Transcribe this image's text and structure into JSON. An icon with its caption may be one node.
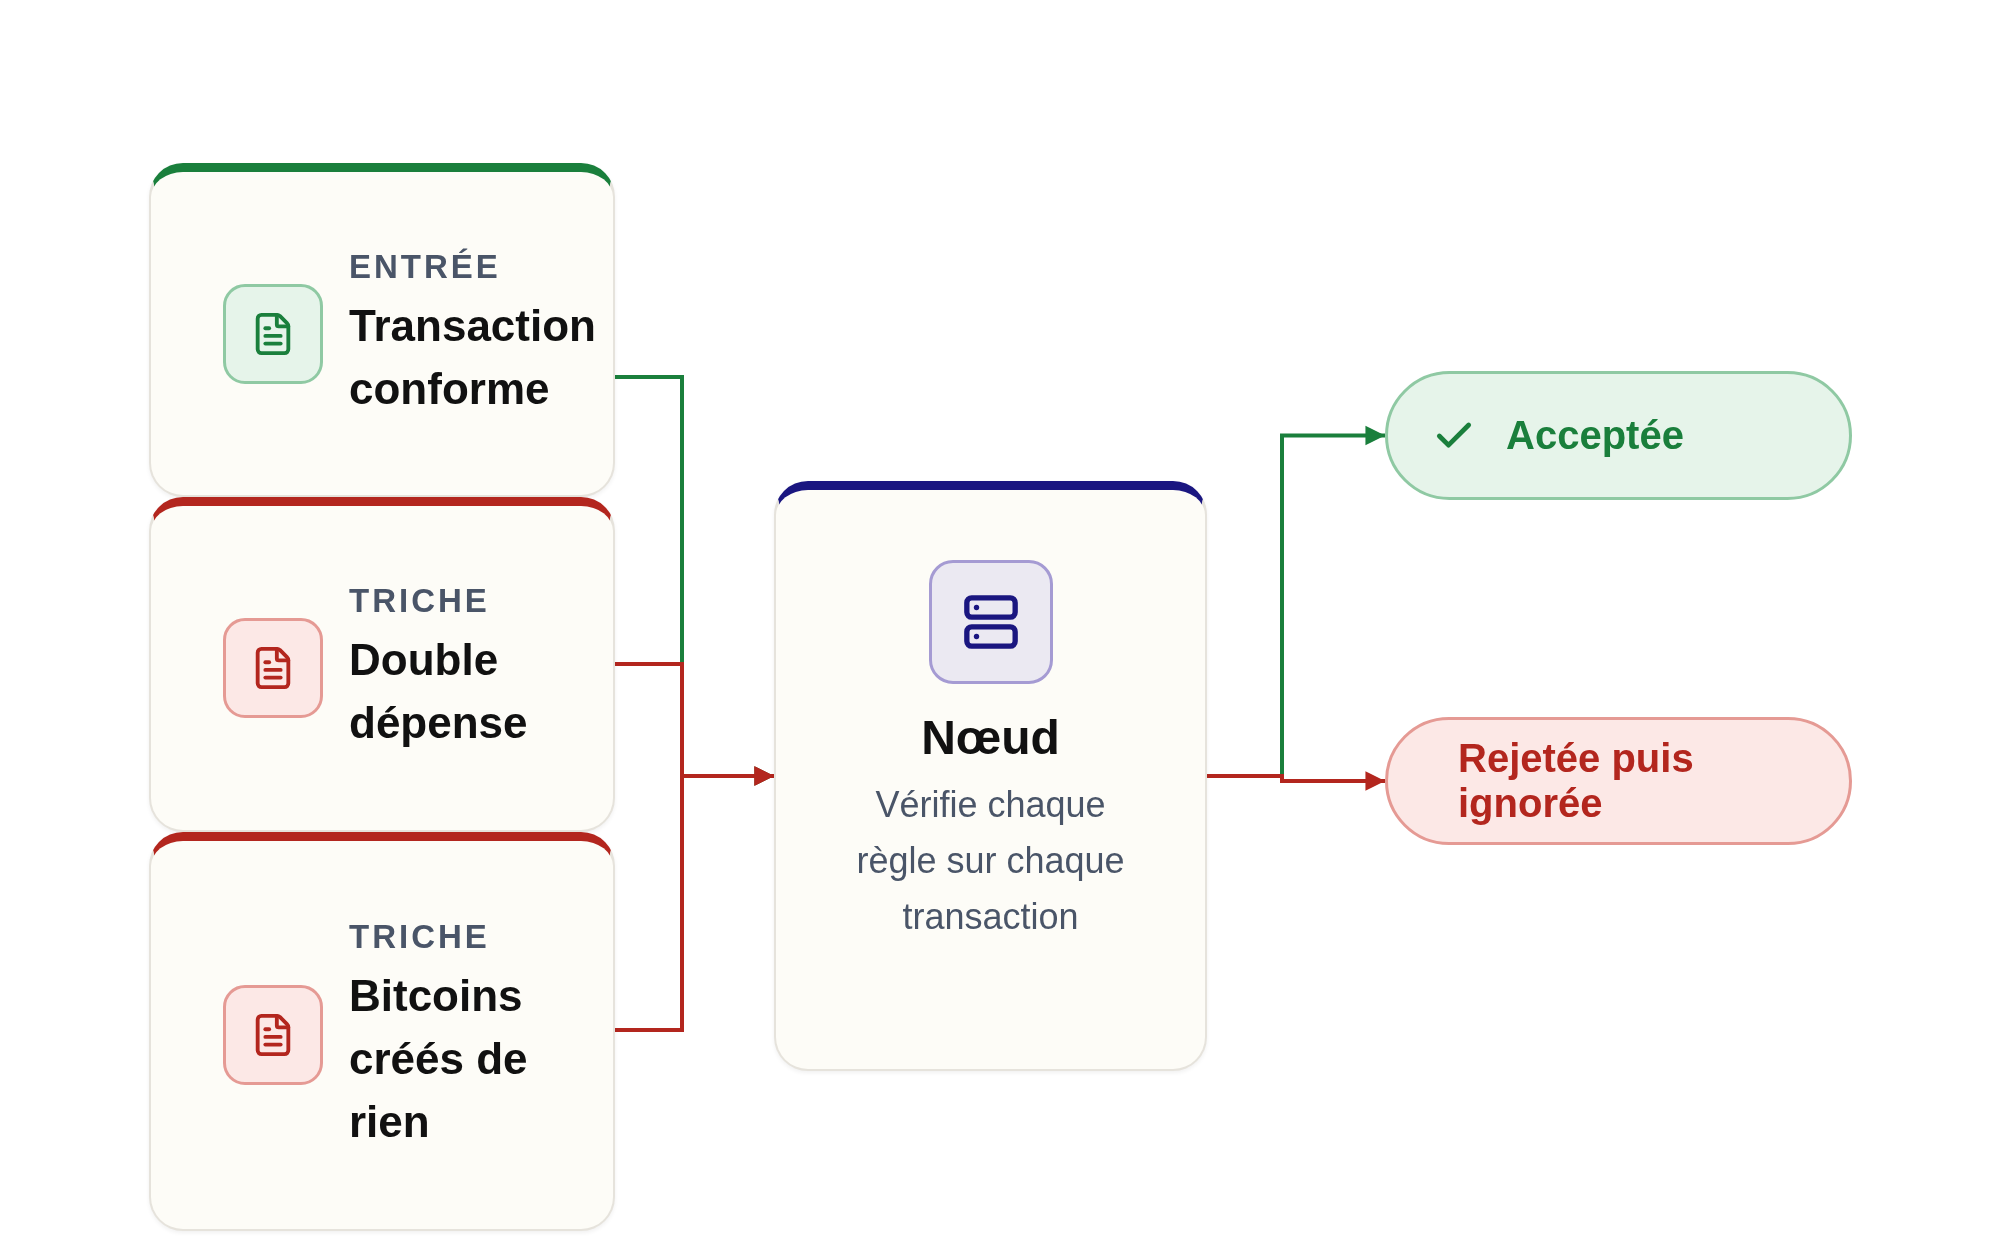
{
  "diagram": {
    "nodes": [
      {
        "text": [
          "ENTRÉE",
          "Transaction conforme"
        ]
      },
      {
        "text": [
          "TRICHE",
          "Double dépense"
        ]
      },
      {
        "text": [
          "TRICHE",
          "Bitcoins créés de rien"
        ]
      },
      {
        "text": [
          "Nœud",
          "Vérifie chaque règle sur chaque transaction"
        ]
      },
      {
        "text": [
          "Acceptée"
        ]
      },
      {
        "text": [
          "Rejetée puis ignorée"
        ]
      }
    ],
    "edges": [
      {
        "from": 0,
        "to": 3,
        "arrow": "to",
        "color": "#1a7f3c"
      },
      {
        "from": 1,
        "to": 3,
        "arrow": "to"
      },
      {
        "from": 2,
        "to": 3,
        "arrow": "to"
      },
      {
        "from": 3,
        "to": 4,
        "arrow": "to",
        "color": "#1a7f3c"
      },
      {
        "from": 3,
        "to": 5,
        "arrow": "to"
      }
    ]
  }
}
